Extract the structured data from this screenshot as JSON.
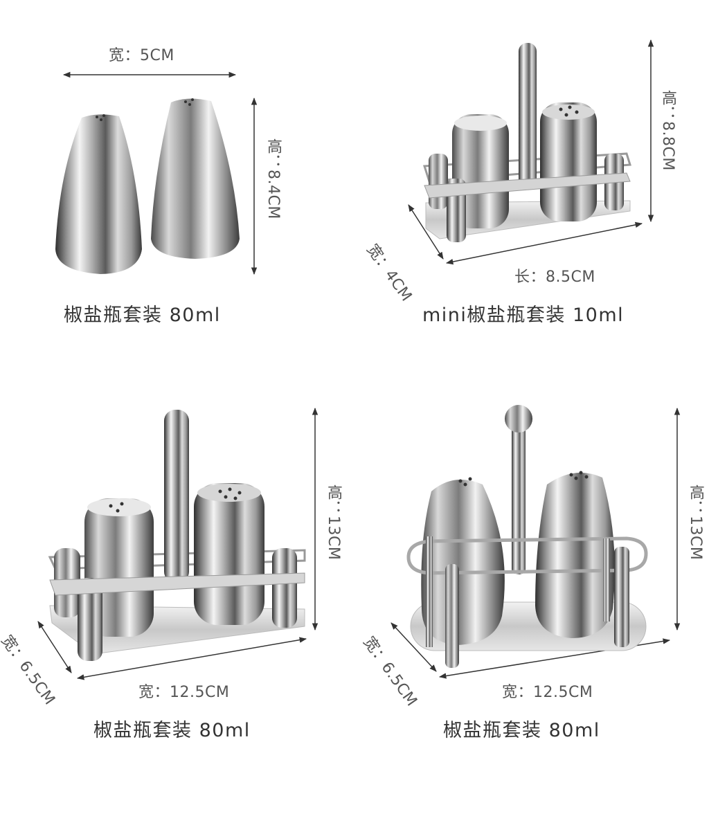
{
  "products": [
    {
      "caption": "椒盐瓶套装 80ml",
      "width_label": "宽：5CM",
      "height_label": "高：8.4CM"
    },
    {
      "caption": "mini椒盐瓶套装 10ml",
      "height_label": "高：8.8CM",
      "depth_label": "宽：4CM",
      "length_label": "长：8.5CM"
    },
    {
      "caption": "椒盐瓶套装 80ml",
      "height_label": "高：13CM",
      "depth_label": "宽：6.5CM",
      "width_label": "宽：12.5CM"
    },
    {
      "caption": "椒盐瓶套装 80ml",
      "height_label": "高：13CM",
      "depth_label": "宽：6.5CM",
      "width_label": "宽：12.5CM"
    }
  ]
}
